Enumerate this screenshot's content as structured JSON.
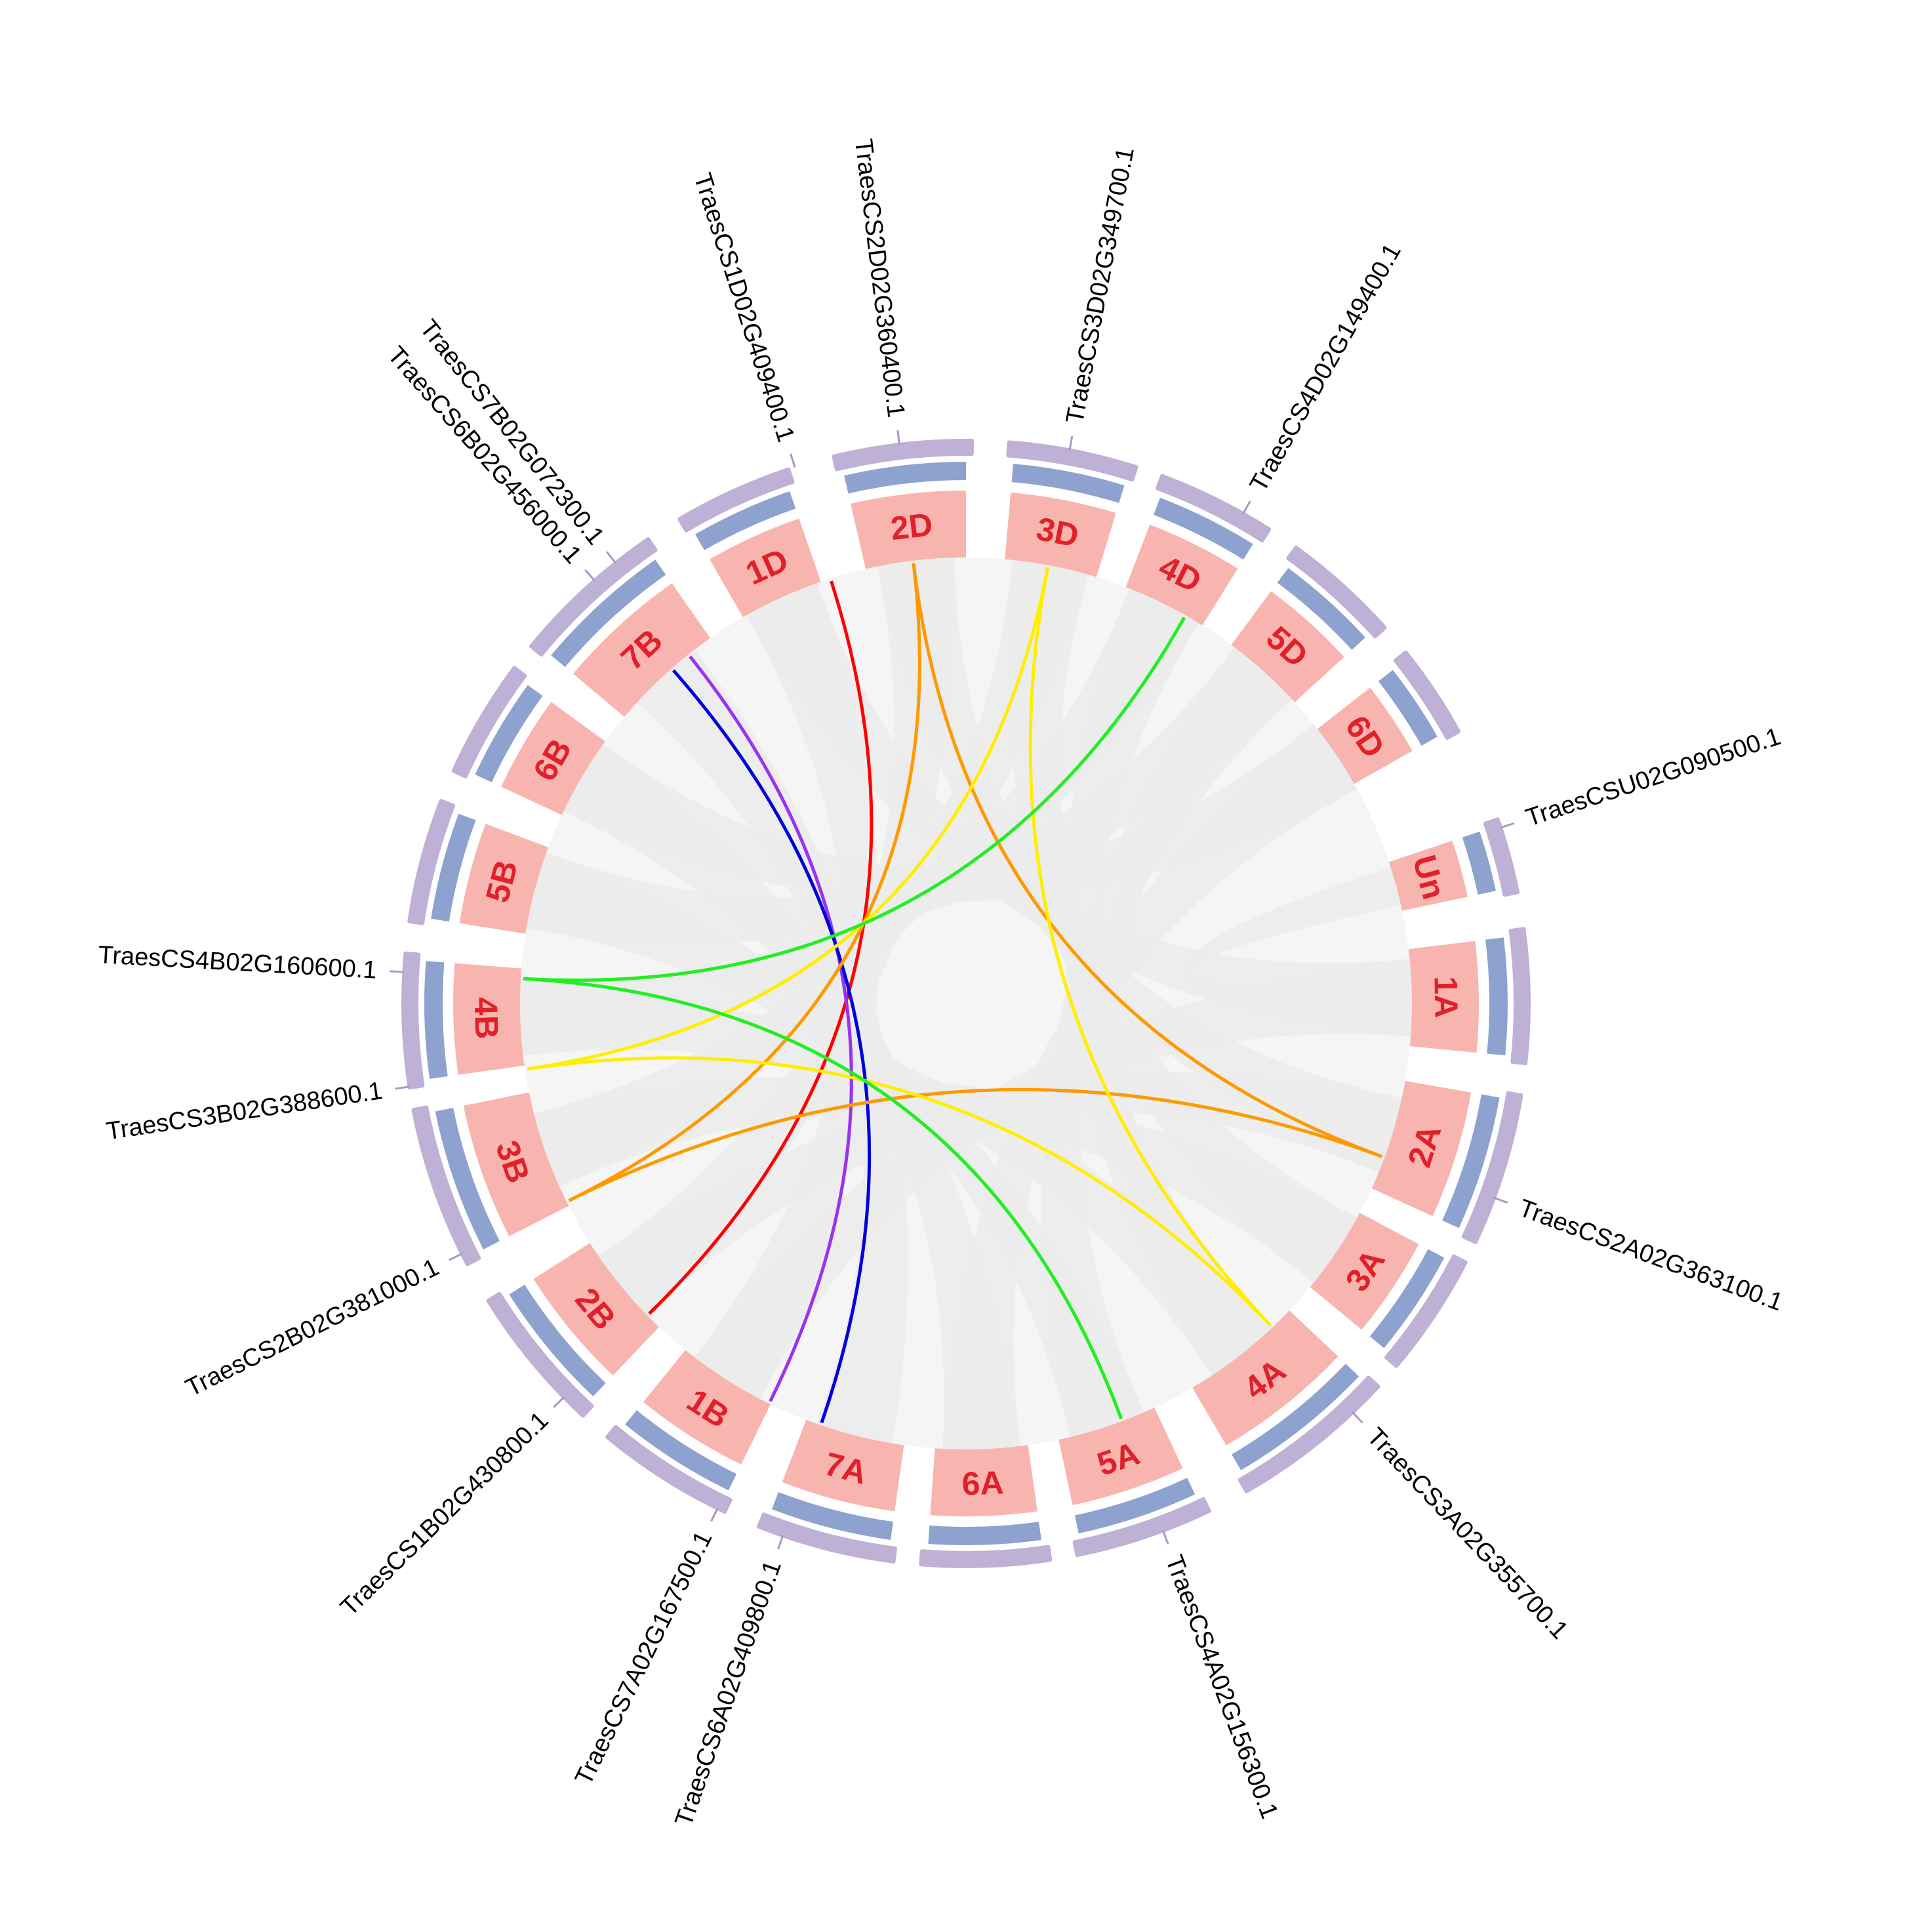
{
  "colors": {
    "background": "#ffffff",
    "chromosome_fill": "#f8b4ae",
    "chromosome_band": "#8ea2cf",
    "outer_track": "#bfb0d5",
    "synteny_background": "#ececec",
    "label_text": "#e0202a",
    "gene_text": "#000000"
  },
  "chromosomes": [
    {
      "id": "1A",
      "label": "1A"
    },
    {
      "id": "2A",
      "label": "2A"
    },
    {
      "id": "3A",
      "label": "3A"
    },
    {
      "id": "4A",
      "label": "4A"
    },
    {
      "id": "5A",
      "label": "5A"
    },
    {
      "id": "6A",
      "label": "6A"
    },
    {
      "id": "7A",
      "label": "7A"
    },
    {
      "id": "1B",
      "label": "1B"
    },
    {
      "id": "2B",
      "label": "2B"
    },
    {
      "id": "3B",
      "label": "3B"
    },
    {
      "id": "4B",
      "label": "4B"
    },
    {
      "id": "5B",
      "label": "5B"
    },
    {
      "id": "6B",
      "label": "6B"
    },
    {
      "id": "7B",
      "label": "7B"
    },
    {
      "id": "1D",
      "label": "1D"
    },
    {
      "id": "2D",
      "label": "2D"
    },
    {
      "id": "3D",
      "label": "3D"
    },
    {
      "id": "4D",
      "label": "4D"
    },
    {
      "id": "5D",
      "label": "5D"
    },
    {
      "id": "6D",
      "label": "6D"
    },
    {
      "id": "Un",
      "label": "Un"
    }
  ],
  "genes": [
    {
      "name": "TraesCS1D02G409400.1",
      "chromosome": "1D"
    },
    {
      "name": "TraesCS2D02G360400.1",
      "chromosome": "2D"
    },
    {
      "name": "TraesCS3D02G349700.1",
      "chromosome": "3D"
    },
    {
      "name": "TraesCS4D02G149400.1",
      "chromosome": "4D"
    },
    {
      "name": "TraesCSU02G090500.1",
      "chromosome": "Un"
    },
    {
      "name": "TraesCS2A02G363100.1",
      "chromosome": "2A"
    },
    {
      "name": "TraesCS3A02G355700.1",
      "chromosome": "3A"
    },
    {
      "name": "TraesCS4A02G156300.1",
      "chromosome": "4A"
    },
    {
      "name": "TraesCS6A02G409800.1",
      "chromosome": "6A"
    },
    {
      "name": "TraesCS7A02G167500.1",
      "chromosome": "7A"
    },
    {
      "name": "TraesCS1B02G430800.1",
      "chromosome": "1B"
    },
    {
      "name": "TraesCS2B02G381000.1",
      "chromosome": "2B"
    },
    {
      "name": "TraesCS3B02G388600.1",
      "chromosome": "3B"
    },
    {
      "name": "TraesCS4B02G160600.1",
      "chromosome": "4B"
    },
    {
      "name": "TraesCS6B02G456000.1",
      "chromosome": "6B"
    },
    {
      "name": "TraesCS7B02G072300.1",
      "chromosome": "7B"
    }
  ],
  "links": [
    {
      "from": "1D",
      "to": "1B",
      "color": "#ff0000"
    },
    {
      "from": "7B",
      "to": "7A",
      "color": "#9933ee"
    },
    {
      "from": "6B",
      "to": "6A",
      "color": "#0000dd"
    },
    {
      "from": "2D",
      "to": "2B",
      "color": "#ff9900"
    },
    {
      "from": "2D",
      "to": "2A",
      "color": "#ff9900"
    },
    {
      "from": "2B",
      "to": "2A",
      "color": "#ff9900"
    },
    {
      "from": "3D",
      "to": "3B",
      "color": "#ffee00"
    },
    {
      "from": "3D",
      "to": "3A",
      "color": "#ffee00"
    },
    {
      "from": "3B",
      "to": "3A",
      "color": "#ffee00"
    },
    {
      "from": "4D",
      "to": "4B",
      "color": "#22ee22"
    },
    {
      "from": "4B",
      "to": "4A",
      "color": "#22ee22"
    }
  ]
}
